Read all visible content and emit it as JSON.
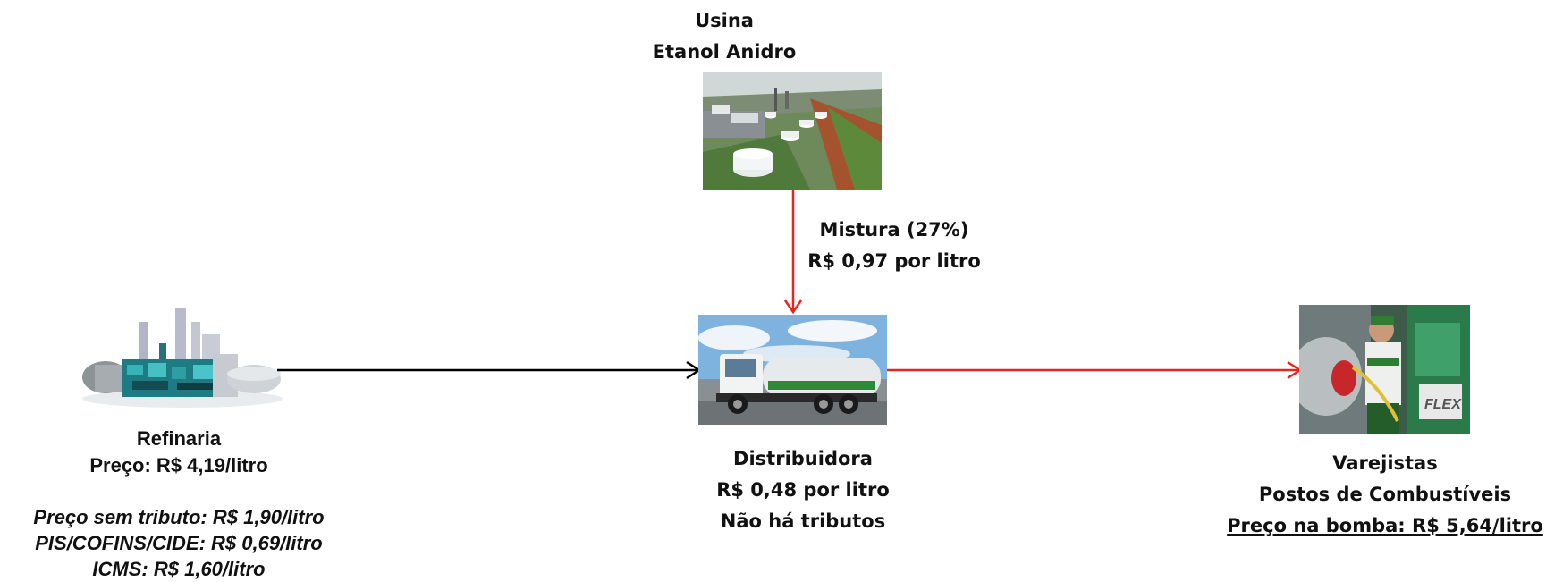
{
  "usina": {
    "line1": "Usina",
    "line2": "Etanol Anidro"
  },
  "mistura": {
    "line1": "Mistura (27%)",
    "line2": "R$ 0,97 por litro"
  },
  "refinaria": {
    "title": "Refinaria",
    "price": "Preço: R$ 4,19/litro",
    "details": [
      "Preço sem tributo: R$ 1,90/litro",
      "PIS/COFINS/CIDE: R$ 0,69/litro",
      "ICMS: R$ 1,60/litro"
    ]
  },
  "distribuidora": {
    "title": "Distribuidora",
    "price": "R$ 0,48 por litro",
    "note": "Não há tributos"
  },
  "varejistas": {
    "title": "Varejistas",
    "subtitle": "Postos de Combustíveis",
    "price": "Preço na bomba: R$ 5,64/litro",
    "pump_brand": "FLEX"
  },
  "colors": {
    "flow_black": "#000000",
    "flow_red": "#e8261f"
  }
}
